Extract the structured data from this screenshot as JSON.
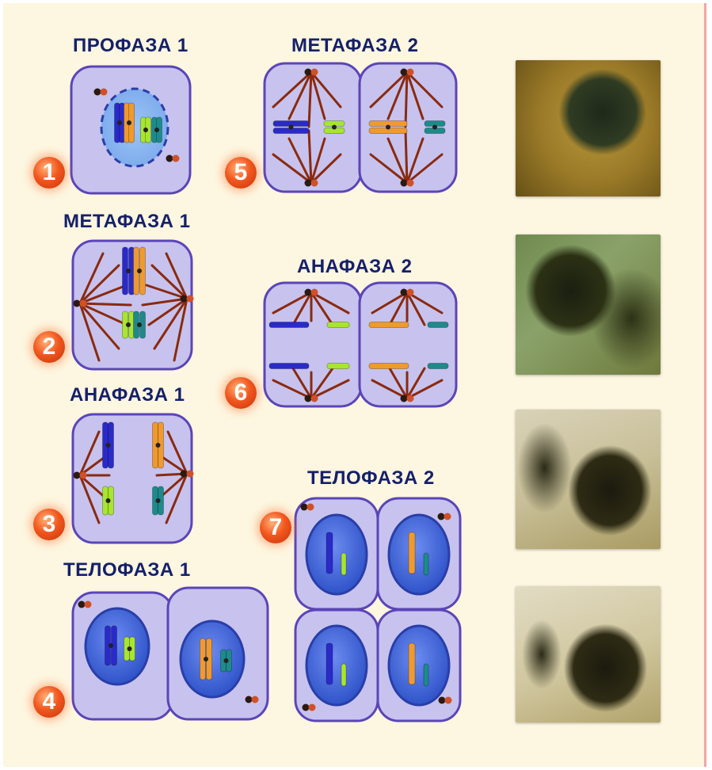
{
  "stages": [
    {
      "number": "1",
      "title": "ПРОФАЗА 1"
    },
    {
      "number": "2",
      "title": "МЕТАФАЗА 1"
    },
    {
      "number": "3",
      "title": "АНАФАЗА 1"
    },
    {
      "number": "4",
      "title": "ТЕЛОФАЗА 1"
    },
    {
      "number": "5",
      "title": "МЕТАФАЗА 2"
    },
    {
      "number": "6",
      "title": "АНАФАЗА 2"
    },
    {
      "number": "7",
      "title": "ТЕЛОФАЗА 2"
    }
  ],
  "colors": {
    "background": "#fdf6e0",
    "cell_fill": "#c7c3ee",
    "cell_border": "#5b45b8",
    "nucleus": "#3f66dc",
    "spindle": "#8a2a10",
    "chromosome_blue": "#2a2ac8",
    "chromosome_orange": "#ef9a2e",
    "chromosome_lime": "#a8e52e",
    "chromosome_teal": "#1e8a8a",
    "title_text": "#15206a",
    "badge": "#f2571e"
  }
}
